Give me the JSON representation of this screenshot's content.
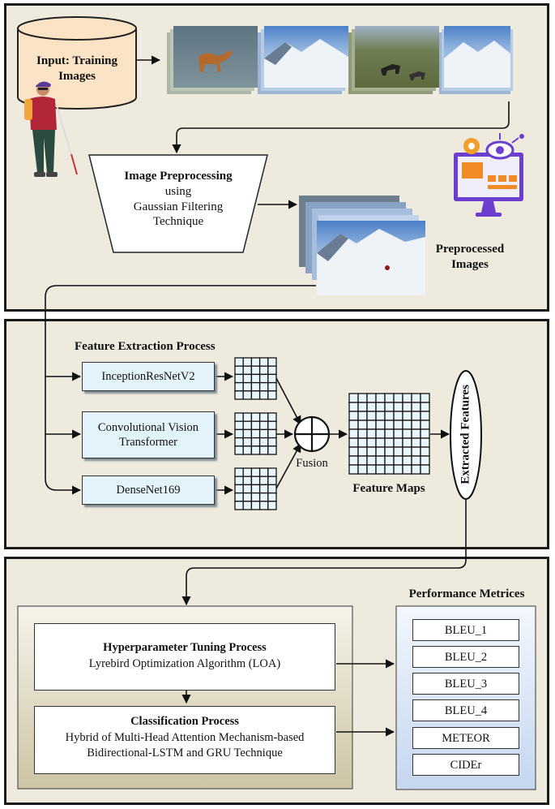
{
  "input": {
    "title": "Input: Training Images"
  },
  "preprocessing": {
    "title": "Image Preprocessing",
    "line2": "using",
    "line3": "Gaussian Filtering",
    "line4": "Technique"
  },
  "preprocessed_label": "Preprocessed Images",
  "feature_extraction": {
    "title": "Feature Extraction Process",
    "models": [
      "InceptionResNetV2",
      "Convolutional Vision Transformer",
      "DenseNet169"
    ],
    "fusion_label": "Fusion",
    "maps_label": "Feature Maps",
    "extracted_label": "Extracted Features"
  },
  "tuning": {
    "title": "Hyperparameter Tuning Process",
    "subtitle": "Lyrebird Optimization Algorithm (LOA)"
  },
  "classification": {
    "title": "Classification Process",
    "line1": "Hybrid of Multi-Head Attention Mechanism-based",
    "line2": "Bidirectional-LSTM and GRU Technique"
  },
  "metrics": {
    "title": "Performance Metrices",
    "items": [
      "BLEU_1",
      "BLEU_2",
      "BLEU_3",
      "BLEU_4",
      "METEOR",
      "CIDEr"
    ]
  },
  "colors": {
    "panel_bg": "#eeebde",
    "model_box": "#e3f3fa",
    "metrics_panel": "#dfe9f7",
    "grid_cell": "#e8f6fb"
  }
}
